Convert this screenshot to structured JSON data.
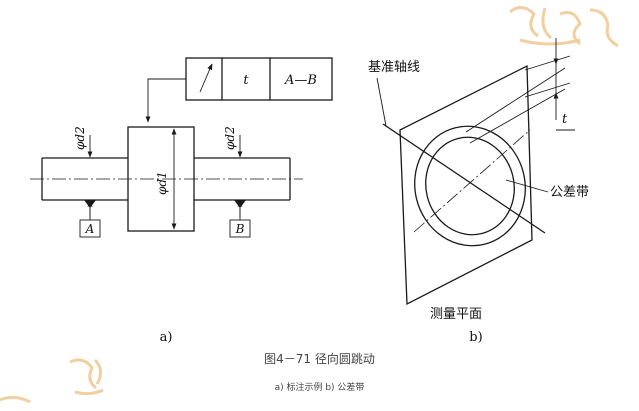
{
  "diagram_a": {
    "frame_symbol": "↗",
    "frame_tolerance": "t",
    "frame_datum": "A—B",
    "dia_left": "φd2",
    "dia_center": "φd1",
    "dia_right": "φd2",
    "datum_a": "A",
    "datum_b": "B",
    "label": "a)"
  },
  "diagram_b": {
    "datum_axis_label": "基准轴线",
    "tolerance_label": "t",
    "tolerance_zone_label": "公差带",
    "measure_plane_label": "测量平面",
    "label": "b)"
  },
  "caption": {
    "title": "图4－71    径向圆跳动",
    "subtitle": "a) 标注示例    b) 公差带"
  },
  "colors": {
    "line": "#1a1a1a",
    "stamp": "#f2cfa0",
    "caption": "#444444"
  }
}
